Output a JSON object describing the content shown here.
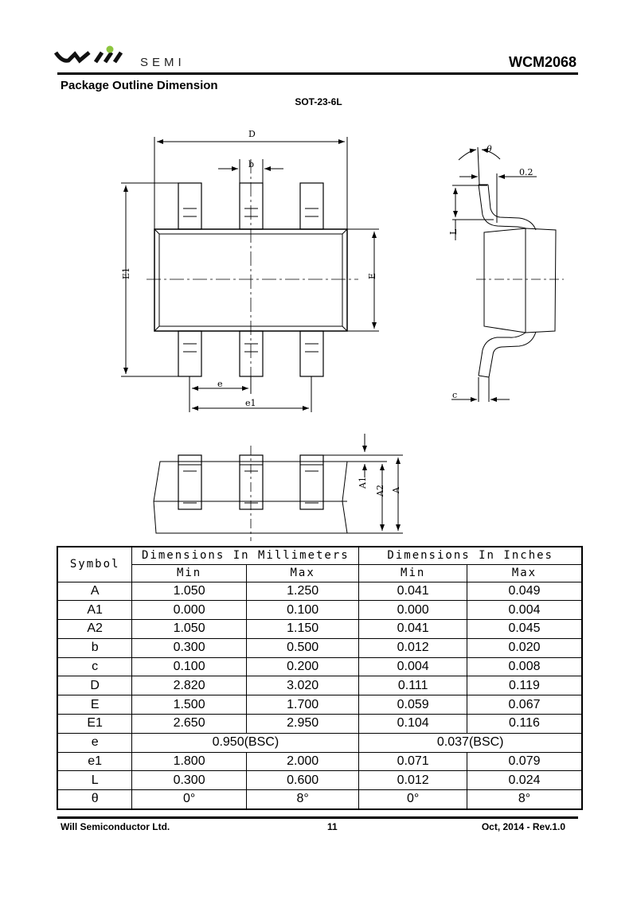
{
  "header": {
    "logo_text": "SEMI",
    "doc_id": "WCM2068",
    "section_title": "Package Outline Dimension",
    "package": "SOT-23-6L"
  },
  "drawing_labels": {
    "D": "D",
    "b": "b",
    "E1": "E1",
    "E": "E",
    "e": "e",
    "e1": "e1",
    "theta": "θ",
    "lead_offset": "0.2",
    "L": "L",
    "c": "c",
    "A1": "A1",
    "A2": "A2",
    "A": "A"
  },
  "table": {
    "symbol_header": "Symbol",
    "mm_header": "Dimensions In Millimeters",
    "in_header": "Dimensions In Inches",
    "min": "Min",
    "max": "Max",
    "rows": [
      {
        "s": "A",
        "mmin": "1.050",
        "mmax": "1.250",
        "imin": "0.041",
        "imax": "0.049"
      },
      {
        "s": "A1",
        "mmin": "0.000",
        "mmax": "0.100",
        "imin": "0.000",
        "imax": "0.004"
      },
      {
        "s": "A2",
        "mmin": "1.050",
        "mmax": "1.150",
        "imin": "0.041",
        "imax": "0.045"
      },
      {
        "s": "b",
        "mmin": "0.300",
        "mmax": "0.500",
        "imin": "0.012",
        "imax": "0.020"
      },
      {
        "s": "c",
        "mmin": "0.100",
        "mmax": "0.200",
        "imin": "0.004",
        "imax": "0.008"
      },
      {
        "s": "D",
        "mmin": "2.820",
        "mmax": "3.020",
        "imin": "0.111",
        "imax": "0.119"
      },
      {
        "s": "E",
        "mmin": "1.500",
        "mmax": "1.700",
        "imin": "0.059",
        "imax": "0.067"
      },
      {
        "s": "E1",
        "mmin": "2.650",
        "mmax": "2.950",
        "imin": "0.104",
        "imax": "0.116"
      },
      {
        "s": "e",
        "mm": "0.950(BSC)",
        "in": "0.037(BSC)"
      },
      {
        "s": "e1",
        "mmin": "1.800",
        "mmax": "2.000",
        "imin": "0.071",
        "imax": "0.079"
      },
      {
        "s": "L",
        "mmin": "0.300",
        "mmax": "0.600",
        "imin": "0.012",
        "imax": "0.024"
      },
      {
        "s": "θ",
        "mmin": "0°",
        "mmax": "8°",
        "imin": "0°",
        "imax": "8°"
      }
    ]
  },
  "footer": {
    "company": "Will Semiconductor Ltd.",
    "page": "11",
    "date_rev": "Oct, 2014 - Rev.1.0"
  },
  "colors": {
    "logo_dot": "#8dc63f"
  }
}
